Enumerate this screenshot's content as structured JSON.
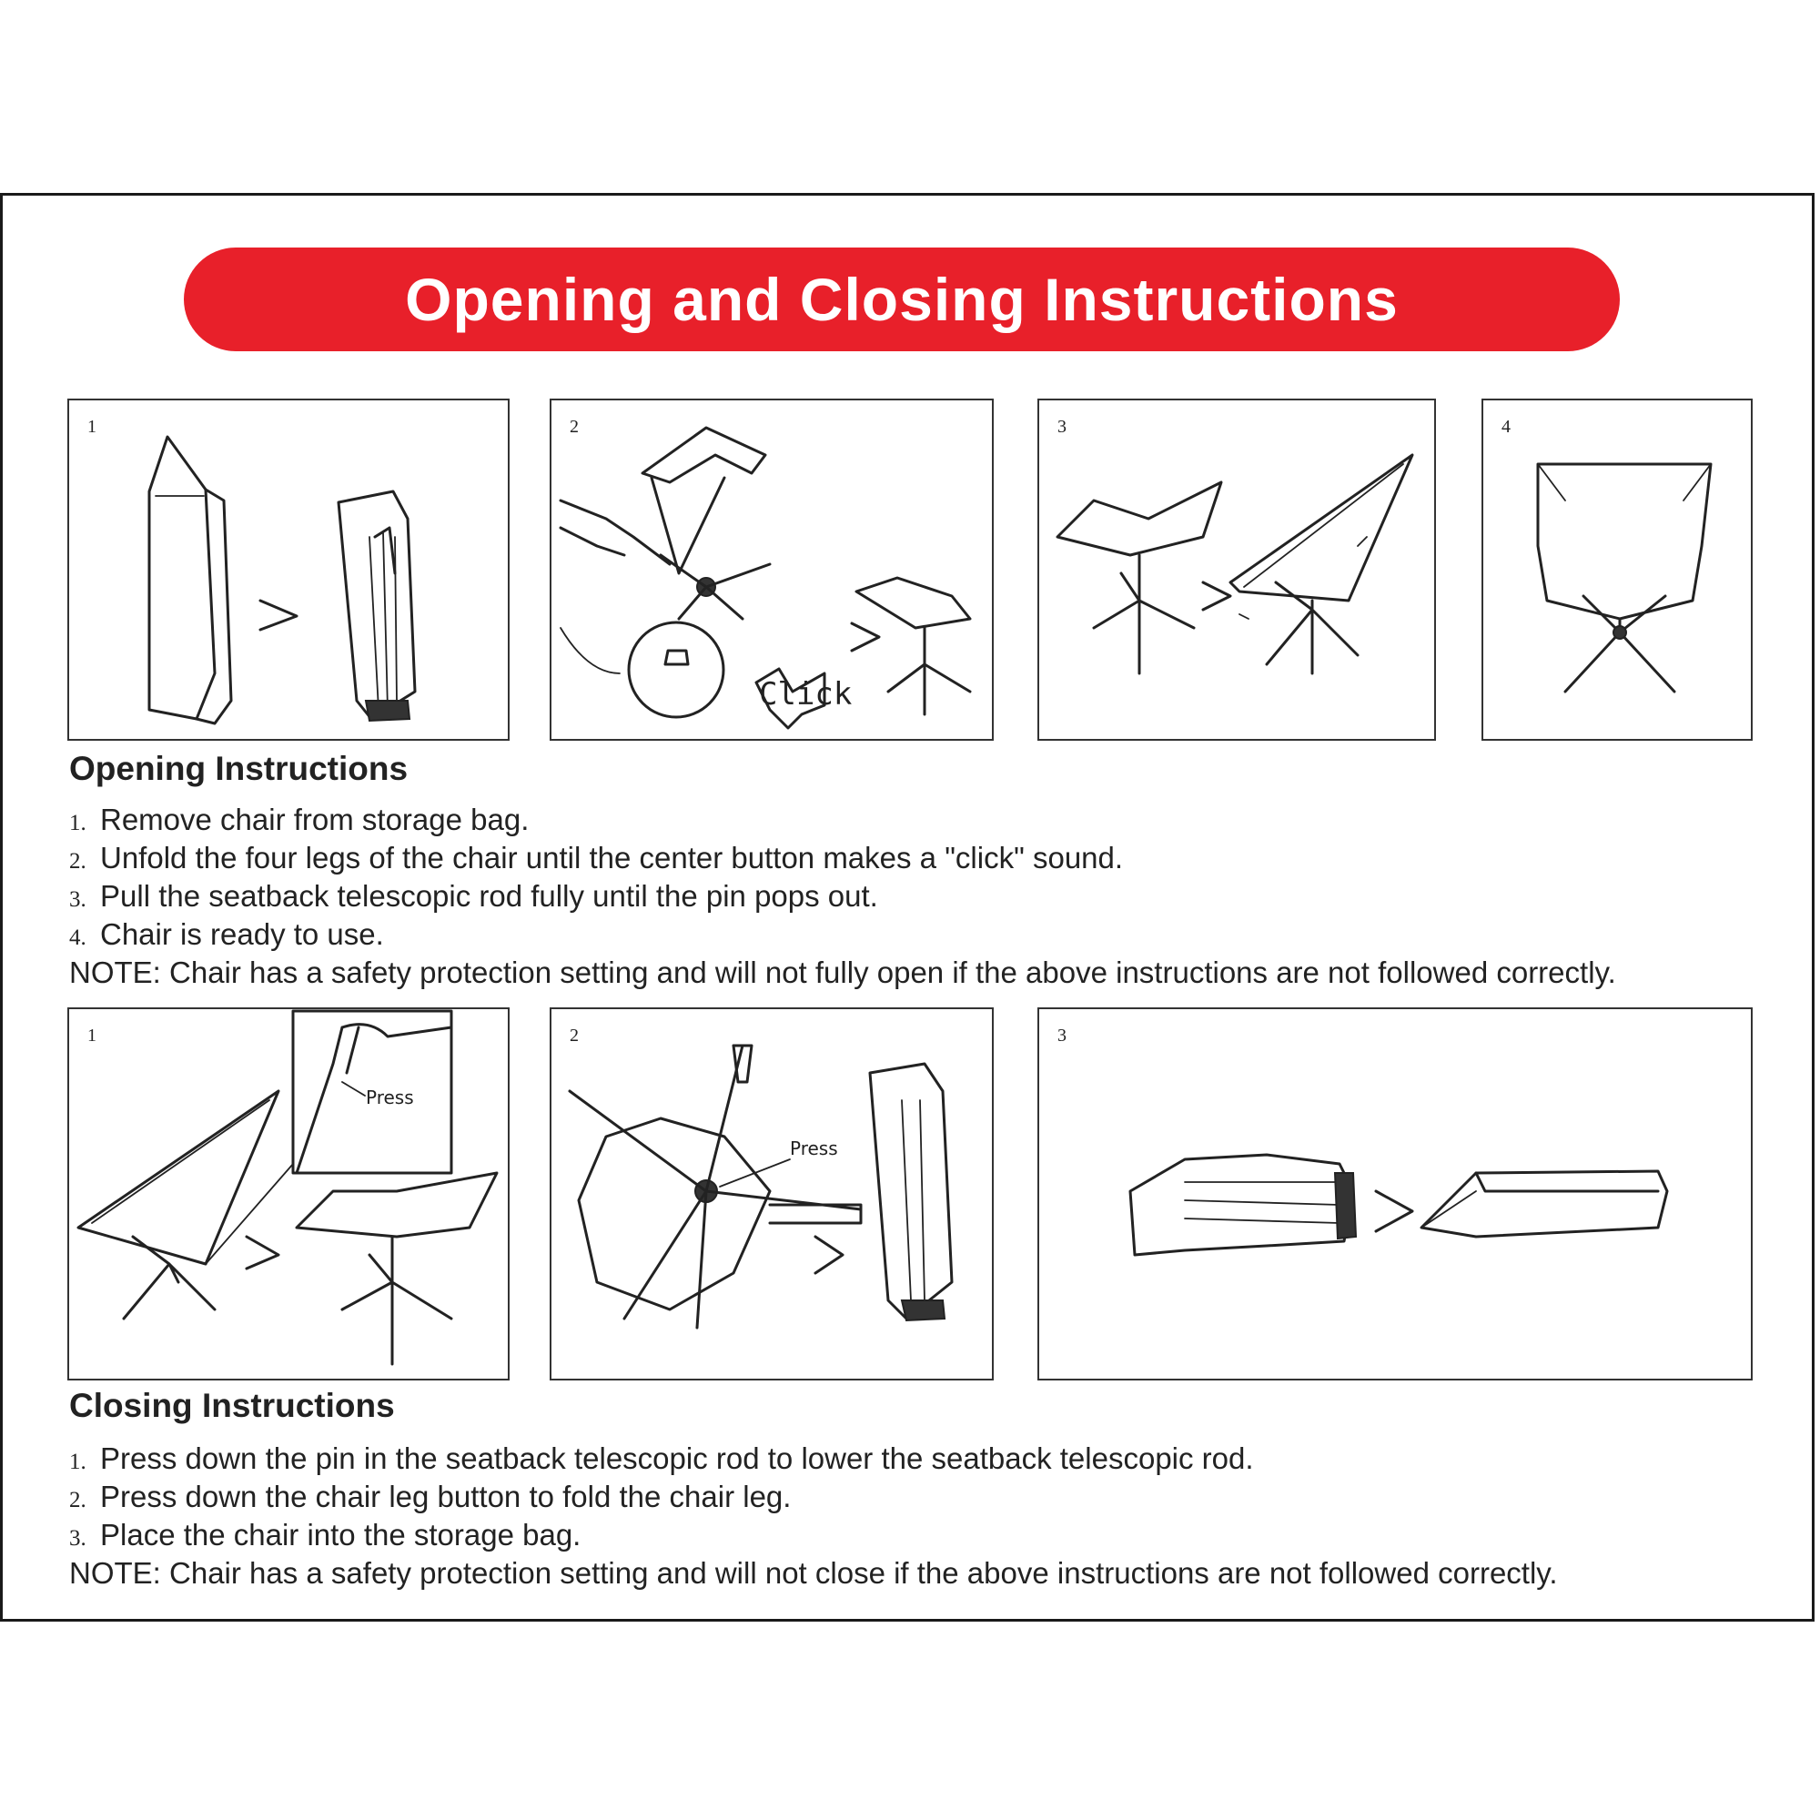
{
  "title": "Opening and Closing Instructions",
  "colors": {
    "banner": "#e8202a",
    "banner_text": "#ffffff",
    "ink": "#222222"
  },
  "opening": {
    "heading": "Opening Instructions",
    "panels": [
      {
        "number": "1"
      },
      {
        "number": "2",
        "callout": "Click"
      },
      {
        "number": "3"
      },
      {
        "number": "4"
      }
    ],
    "steps": [
      {
        "n": "1.",
        "text": "Remove chair from storage bag."
      },
      {
        "n": "2.",
        "text": "Unfold the four legs of the chair until the center button makes a \"click\" sound."
      },
      {
        "n": "3.",
        "text": "Pull the seatback telescopic rod fully until the pin pops out."
      },
      {
        "n": "4.",
        "text": "Chair is ready to use."
      }
    ],
    "note": "NOTE: Chair has a safety protection setting and will not fully open if the above instructions are not followed correctly."
  },
  "closing": {
    "heading": "Closing Instructions",
    "panels": [
      {
        "number": "1",
        "callout": "Press"
      },
      {
        "number": "2",
        "callout": "Press"
      },
      {
        "number": "3"
      }
    ],
    "steps": [
      {
        "n": "1.",
        "text": "Press down the pin in the seatback telescopic rod to lower the seatback telescopic rod."
      },
      {
        "n": "2.",
        "text": "Press down the chair leg button to fold the chair leg."
      },
      {
        "n": "3.",
        "text": "Place the chair into the storage bag."
      }
    ],
    "note": "NOTE: Chair has a safety protection setting and will not close if the above instructions are not followed correctly."
  }
}
